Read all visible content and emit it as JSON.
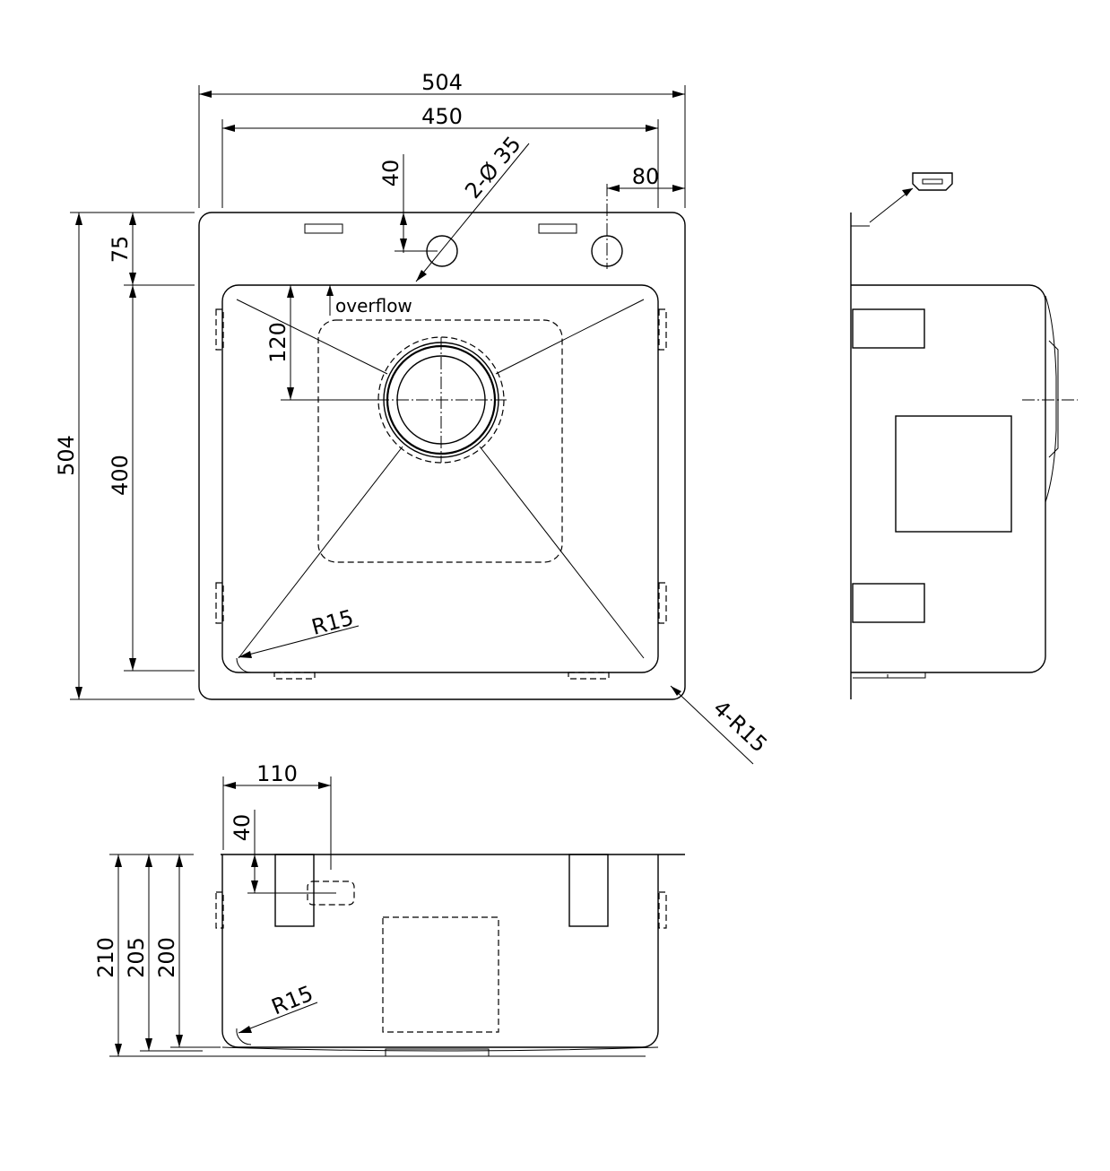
{
  "top_view": {
    "dim_overall_width": "504",
    "dim_inner_width": "450",
    "dim_tap_hole_offset": "40",
    "dim_tap_holes": "2-Ø 35",
    "dim_edge_offset": "80",
    "dim_overall_depth": "504",
    "dim_rim_front": "75",
    "dim_bowl_depth": "400",
    "dim_overflow_offset": "120",
    "label_overflow": "overflow",
    "radius_bowl": "R15",
    "radius_corners": "4-R15"
  },
  "front_view": {
    "dim_overflow_x": "110",
    "dim_overflow_z": "40",
    "dim_height_total": "210",
    "dim_height_rim": "205",
    "dim_height_bowl": "200",
    "radius_bottom": "R15"
  }
}
